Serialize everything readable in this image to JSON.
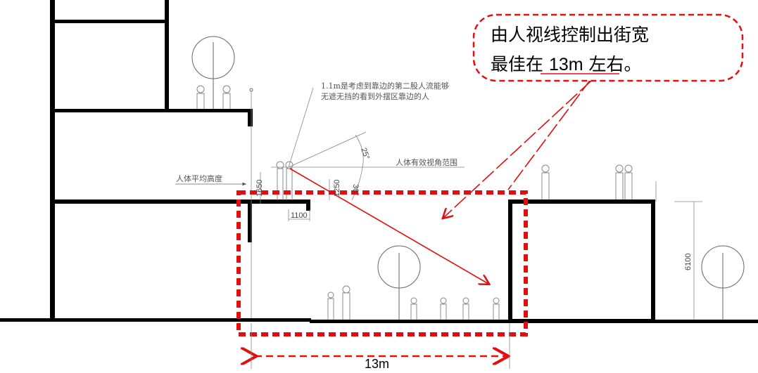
{
  "callout": {
    "line1": "由人视线控制出街宽",
    "line2_prefix": "最佳在 ",
    "line2_value": "13m",
    "line2_suffix": " 左右。"
  },
  "annotations": {
    "note_line1": "1.1m是考虑到靠边的第二股人流能够",
    "note_line2": "无遮无挡的看到外摆区靠边的人",
    "avg_height": "人体平均高度",
    "view_range": "人体有效视角范围",
    "angle_up": "25°",
    "angle_down": "30°"
  },
  "dimensions": {
    "eye_height": "1650",
    "rail_height": "1250",
    "setback": "1100",
    "building_height": "6100",
    "street_width": "13m"
  },
  "colors": {
    "accent": "#e01010"
  }
}
